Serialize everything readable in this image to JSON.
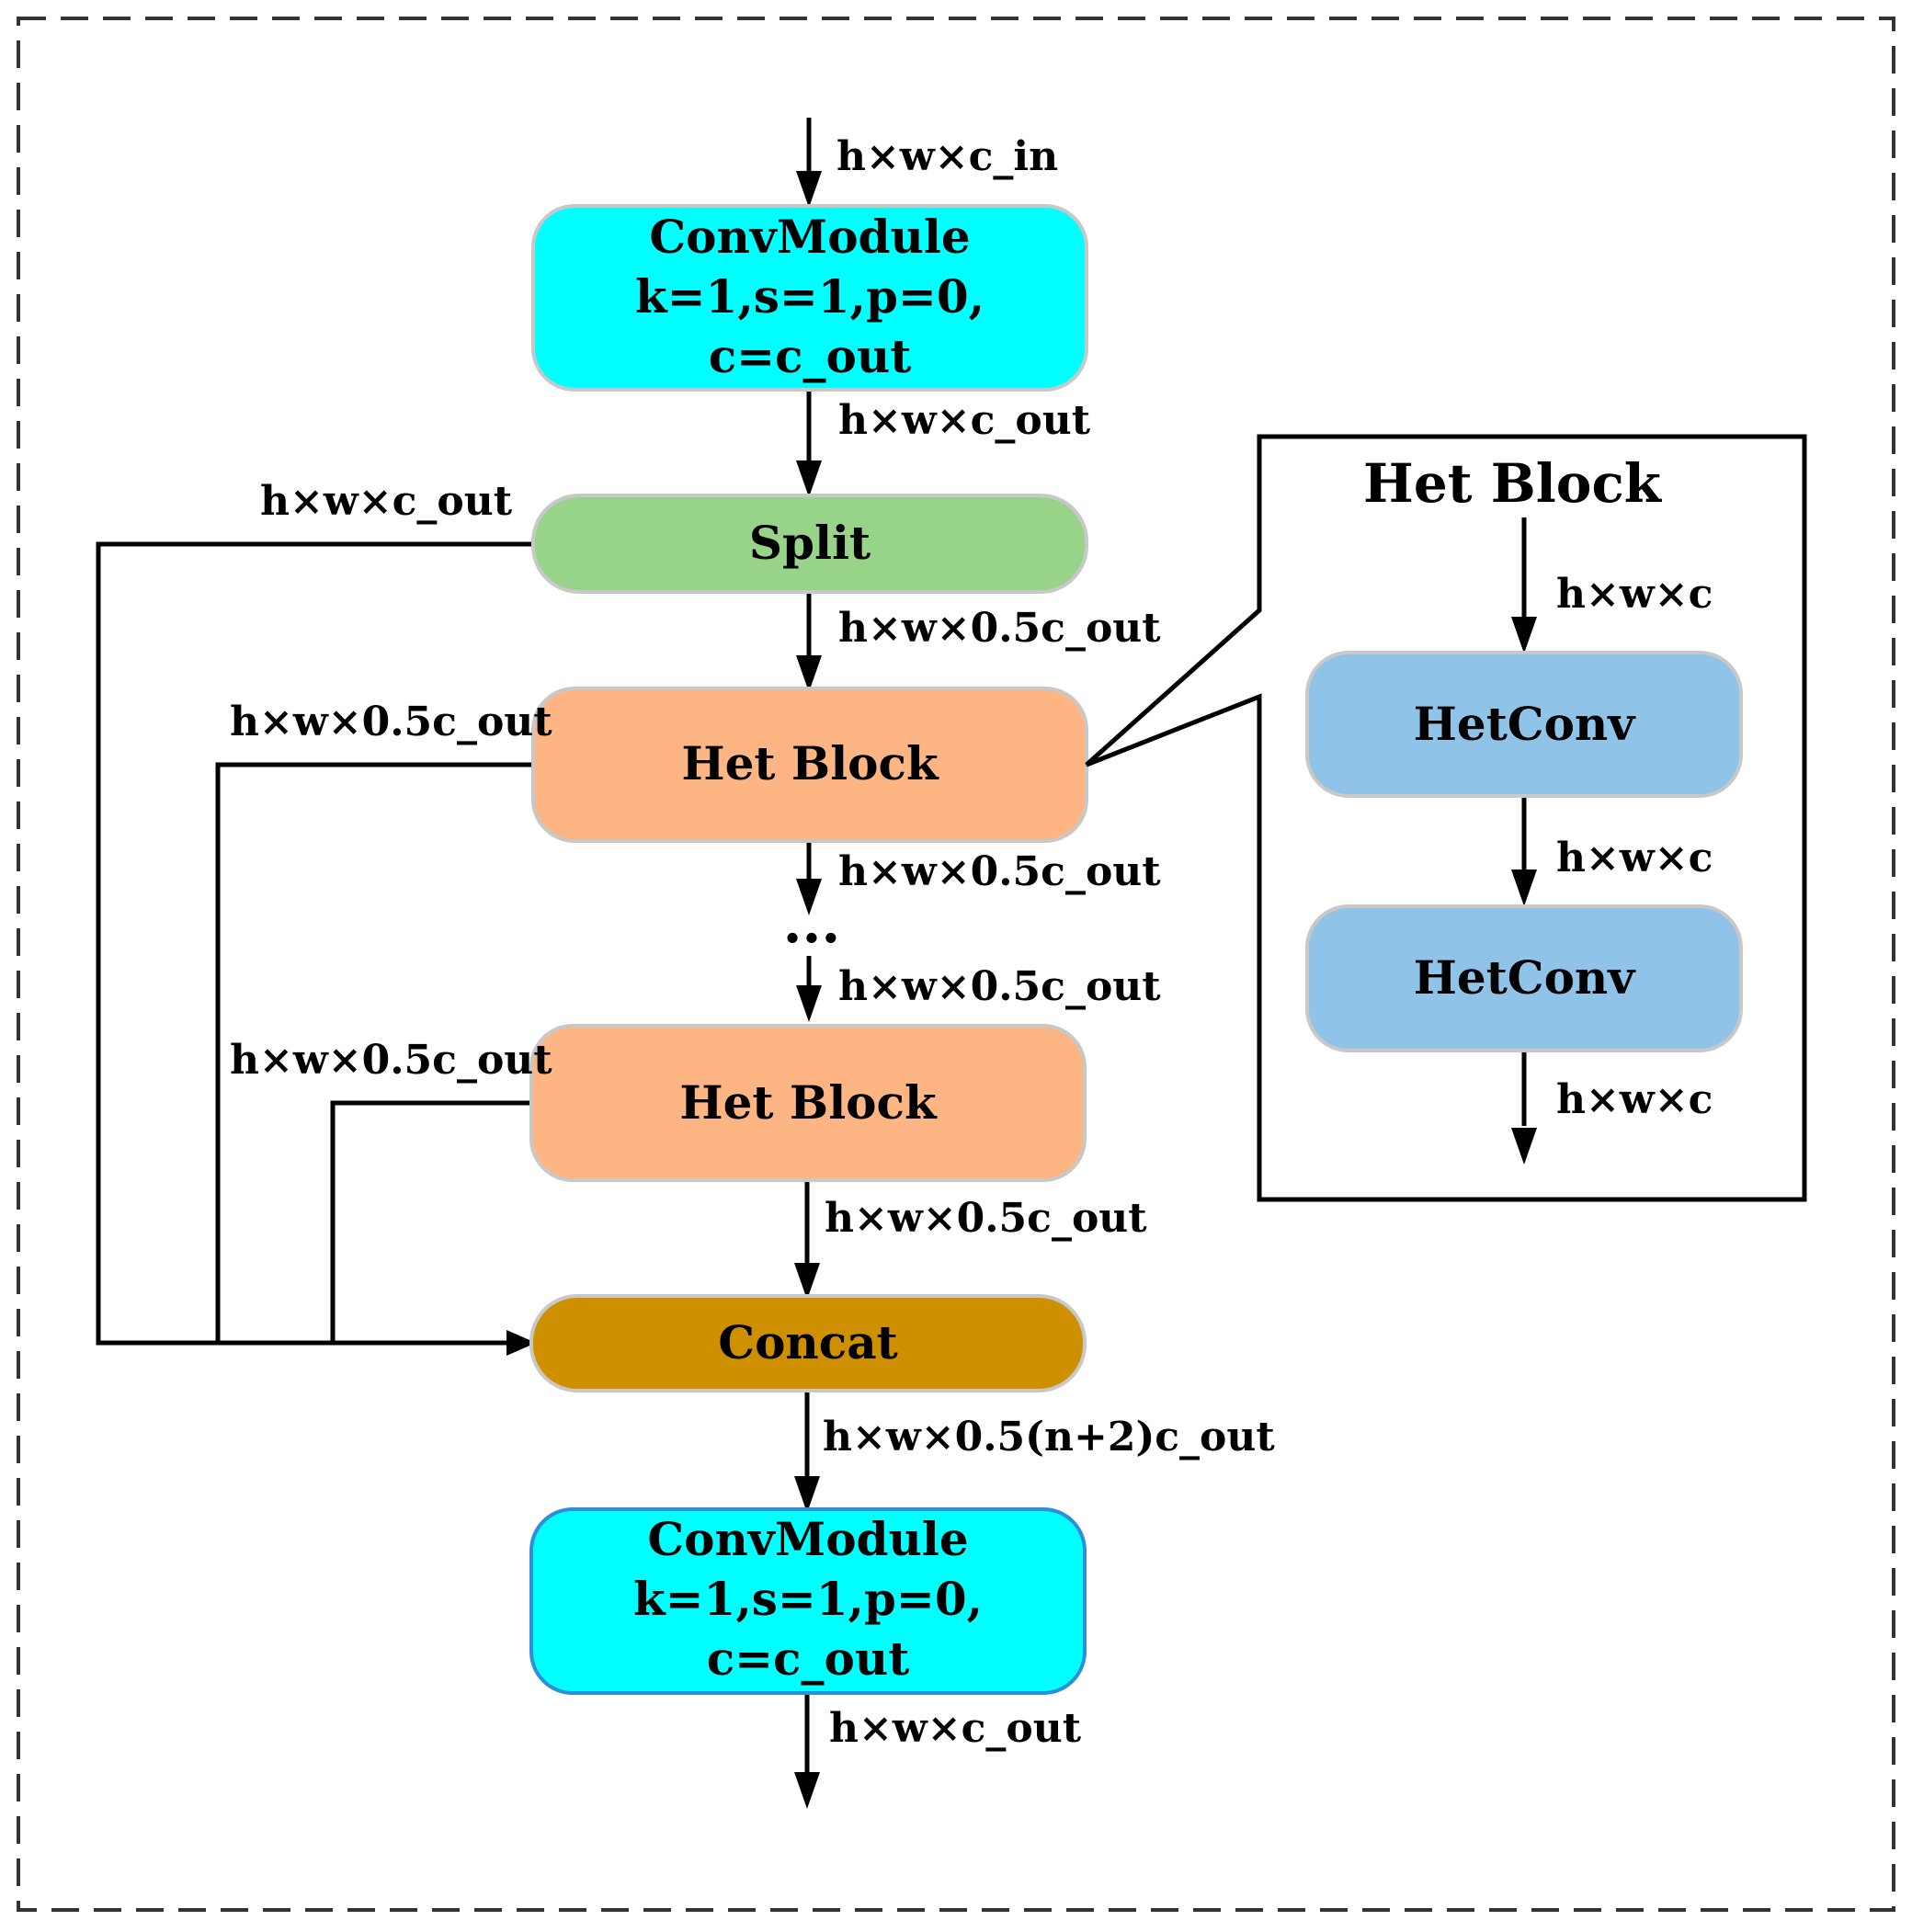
{
  "colors": {
    "convmodule": "#00FFFF",
    "split": "#98D38A",
    "het_block": "#FDB584",
    "concat": "#CF9000",
    "hetconv": "#8FC4E8",
    "node_border": "#C8C8C8",
    "convmodule_bottom_border": "#2E8FD9"
  },
  "nodes": {
    "conv1": [
      "ConvModule",
      "k=1,s=1,p=0,",
      "c=c_out"
    ],
    "split": "Split",
    "het1": "Het Block",
    "ellipsis": "...",
    "het2": "Het Block",
    "concat": "Concat",
    "conv2": [
      "ConvModule",
      "k=1,s=1,p=0,",
      "c=c_out"
    ]
  },
  "labels": {
    "input": "h×w×c_in",
    "after_conv1": "h×w×c_out",
    "split_bypass": "h×w×c_out",
    "after_split": "h×w×0.5c_out",
    "het1_bypass": "h×w×0.5c_out",
    "after_het1": "h×w×0.5c_out",
    "before_het2": "h×w×0.5c_out",
    "het2_bypass": "h×w×0.5c_out",
    "after_het2": "h×w×0.5c_out",
    "after_concat": "h×w×0.5(n+2)c_out",
    "output": "h×w×c_out"
  },
  "inset": {
    "title": "Het Block",
    "conv_a": "HetConv",
    "conv_b": "HetConv",
    "in_label": "h×w×c",
    "mid_label": "h×w×c",
    "out_label": "h×w×c"
  }
}
